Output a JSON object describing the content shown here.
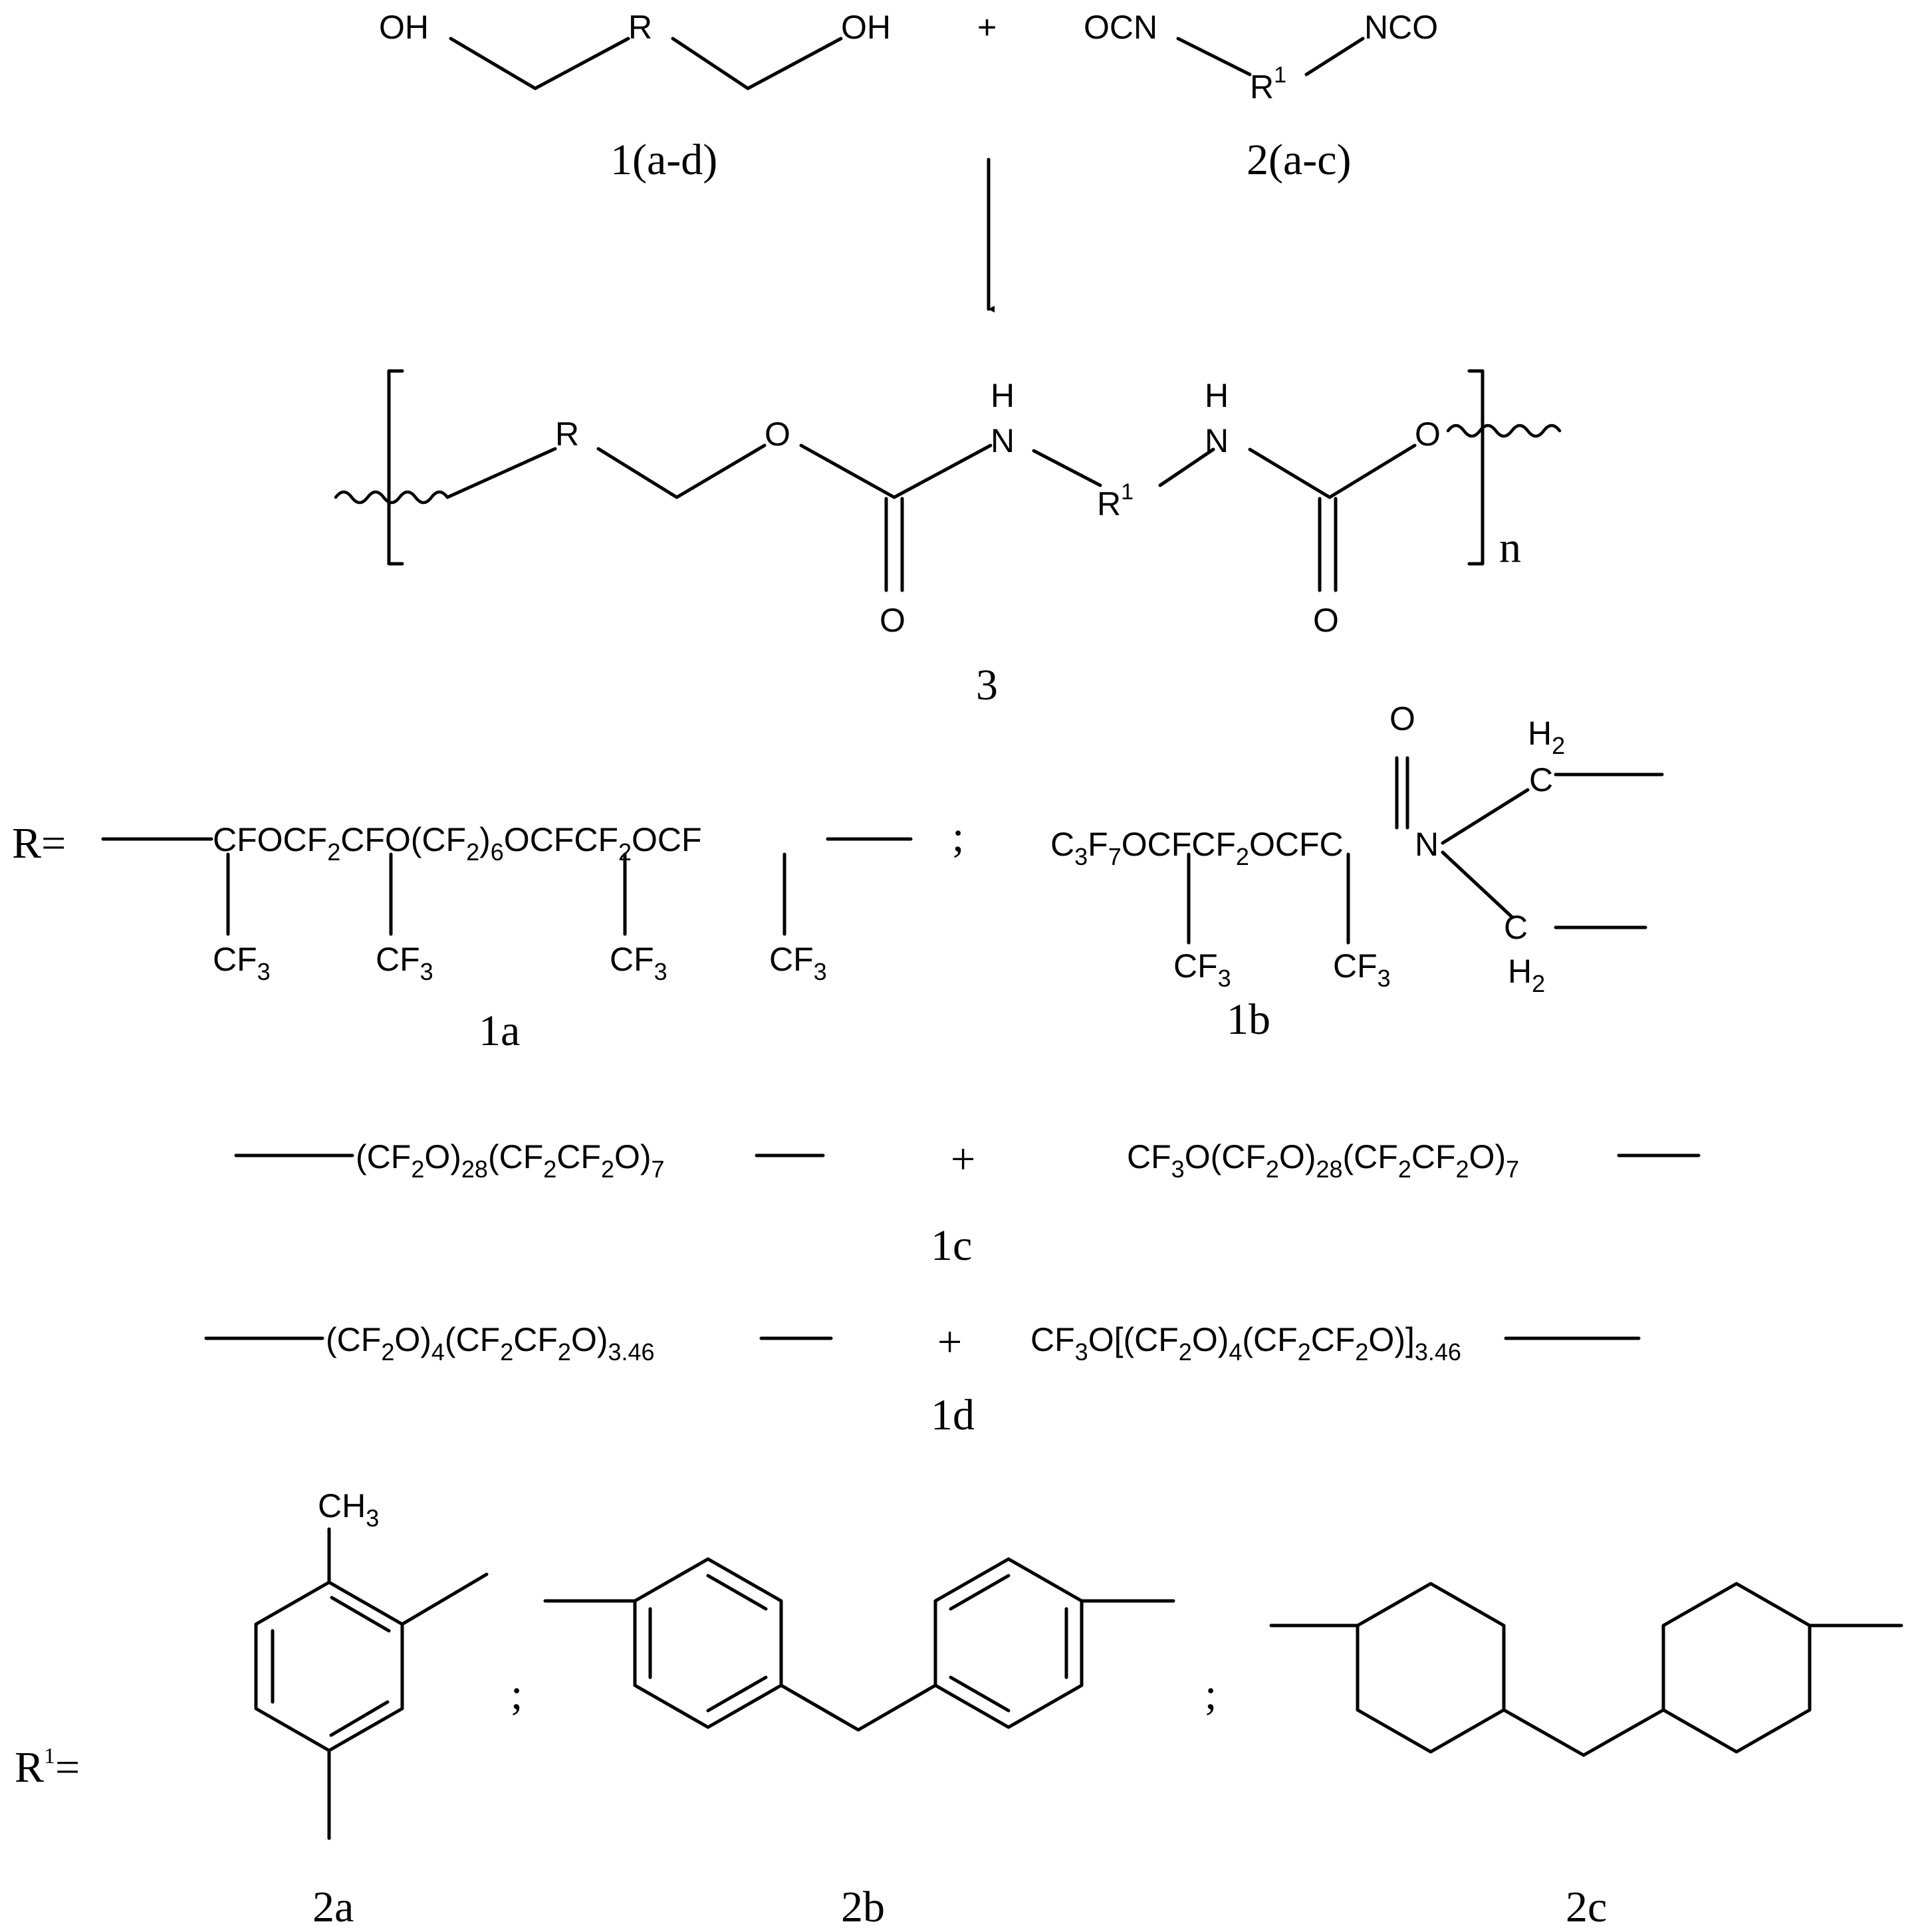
{
  "reaction": {
    "reactant1": {
      "oh_left": "OH",
      "r": "R",
      "oh_right": "OH",
      "label": "1(a-d)"
    },
    "plus": "+",
    "reactant2": {
      "ocn": "OCN",
      "r1": "R",
      "r1_sup": "1",
      "nco": "NCO",
      "label": "2(a-c)"
    }
  },
  "polymer": {
    "r": "R",
    "o1": "O",
    "nh_h": "H",
    "nh_n": "N",
    "r1": "R",
    "r1_sup": "1",
    "carbonyl_o": "O",
    "o2": "O",
    "repeat": "n",
    "label": "3"
  },
  "r_definitions": {
    "prefix": "R=",
    "separator": ";",
    "c1a": {
      "p1": "CFOCF",
      "s1": "2",
      "p2": "CFO(CF",
      "s2": "2",
      "p3": ")",
      "s3": "6",
      "p4": "OCFCF",
      "s4": "2",
      "p5": "OCF",
      "cf3": "CF",
      "cf3_sub": "3",
      "label": "1a"
    },
    "c1b": {
      "p1": "C",
      "s1": "3",
      "p2": "F",
      "s2": "7",
      "p3": "OCFCF",
      "s3": "2",
      "p4": "OCFC",
      "p5": "N",
      "o": "O",
      "h": "H",
      "h_sub": "2",
      "c": "C",
      "cf3": "CF",
      "cf3_sub": "3",
      "label": "1b"
    },
    "c1c": {
      "left": {
        "p1": "(CF",
        "s1": "2",
        "p2": "O)",
        "s2": "28",
        "p3": "(CF",
        "s3": "2",
        "p4": "CF",
        "s4": "2",
        "p5": "O)",
        "s5": "7"
      },
      "plus": "+",
      "right": {
        "p0": "CF",
        "s0": "3",
        "p1": "O(CF",
        "s1": "2",
        "p2": "O)",
        "s2": "28",
        "p3": "(CF",
        "s3": "2",
        "p4": "CF",
        "s4": "2",
        "p5": "O)",
        "s5": "7"
      },
      "label": "1c"
    },
    "c1d": {
      "left": {
        "p1": "(CF",
        "s1": "2",
        "p2": "O)",
        "s2": "4",
        "p3": "(CF",
        "s3": "2",
        "p4": "CF",
        "s4": "2",
        "p5": "O)",
        "s5": "3.46"
      },
      "plus": "+",
      "right": {
        "p0": "CF",
        "s0": "3",
        "p1": "O[(CF",
        "s1": "2",
        "p2": "O)",
        "s2": "4",
        "p3": "(CF",
        "s3": "2",
        "p4": "CF",
        "s4": "2",
        "p5": "O)]",
        "s5": "3.46"
      },
      "label": "1d"
    }
  },
  "r1_definitions": {
    "prefix": "R",
    "prefix_sup": "1",
    "equals": "=",
    "separator": ";",
    "c2a": {
      "ch": "CH",
      "ch_sub": "3",
      "label": "2a"
    },
    "c2b": {
      "label": "2b"
    },
    "c2c": {
      "label": "2c"
    }
  }
}
